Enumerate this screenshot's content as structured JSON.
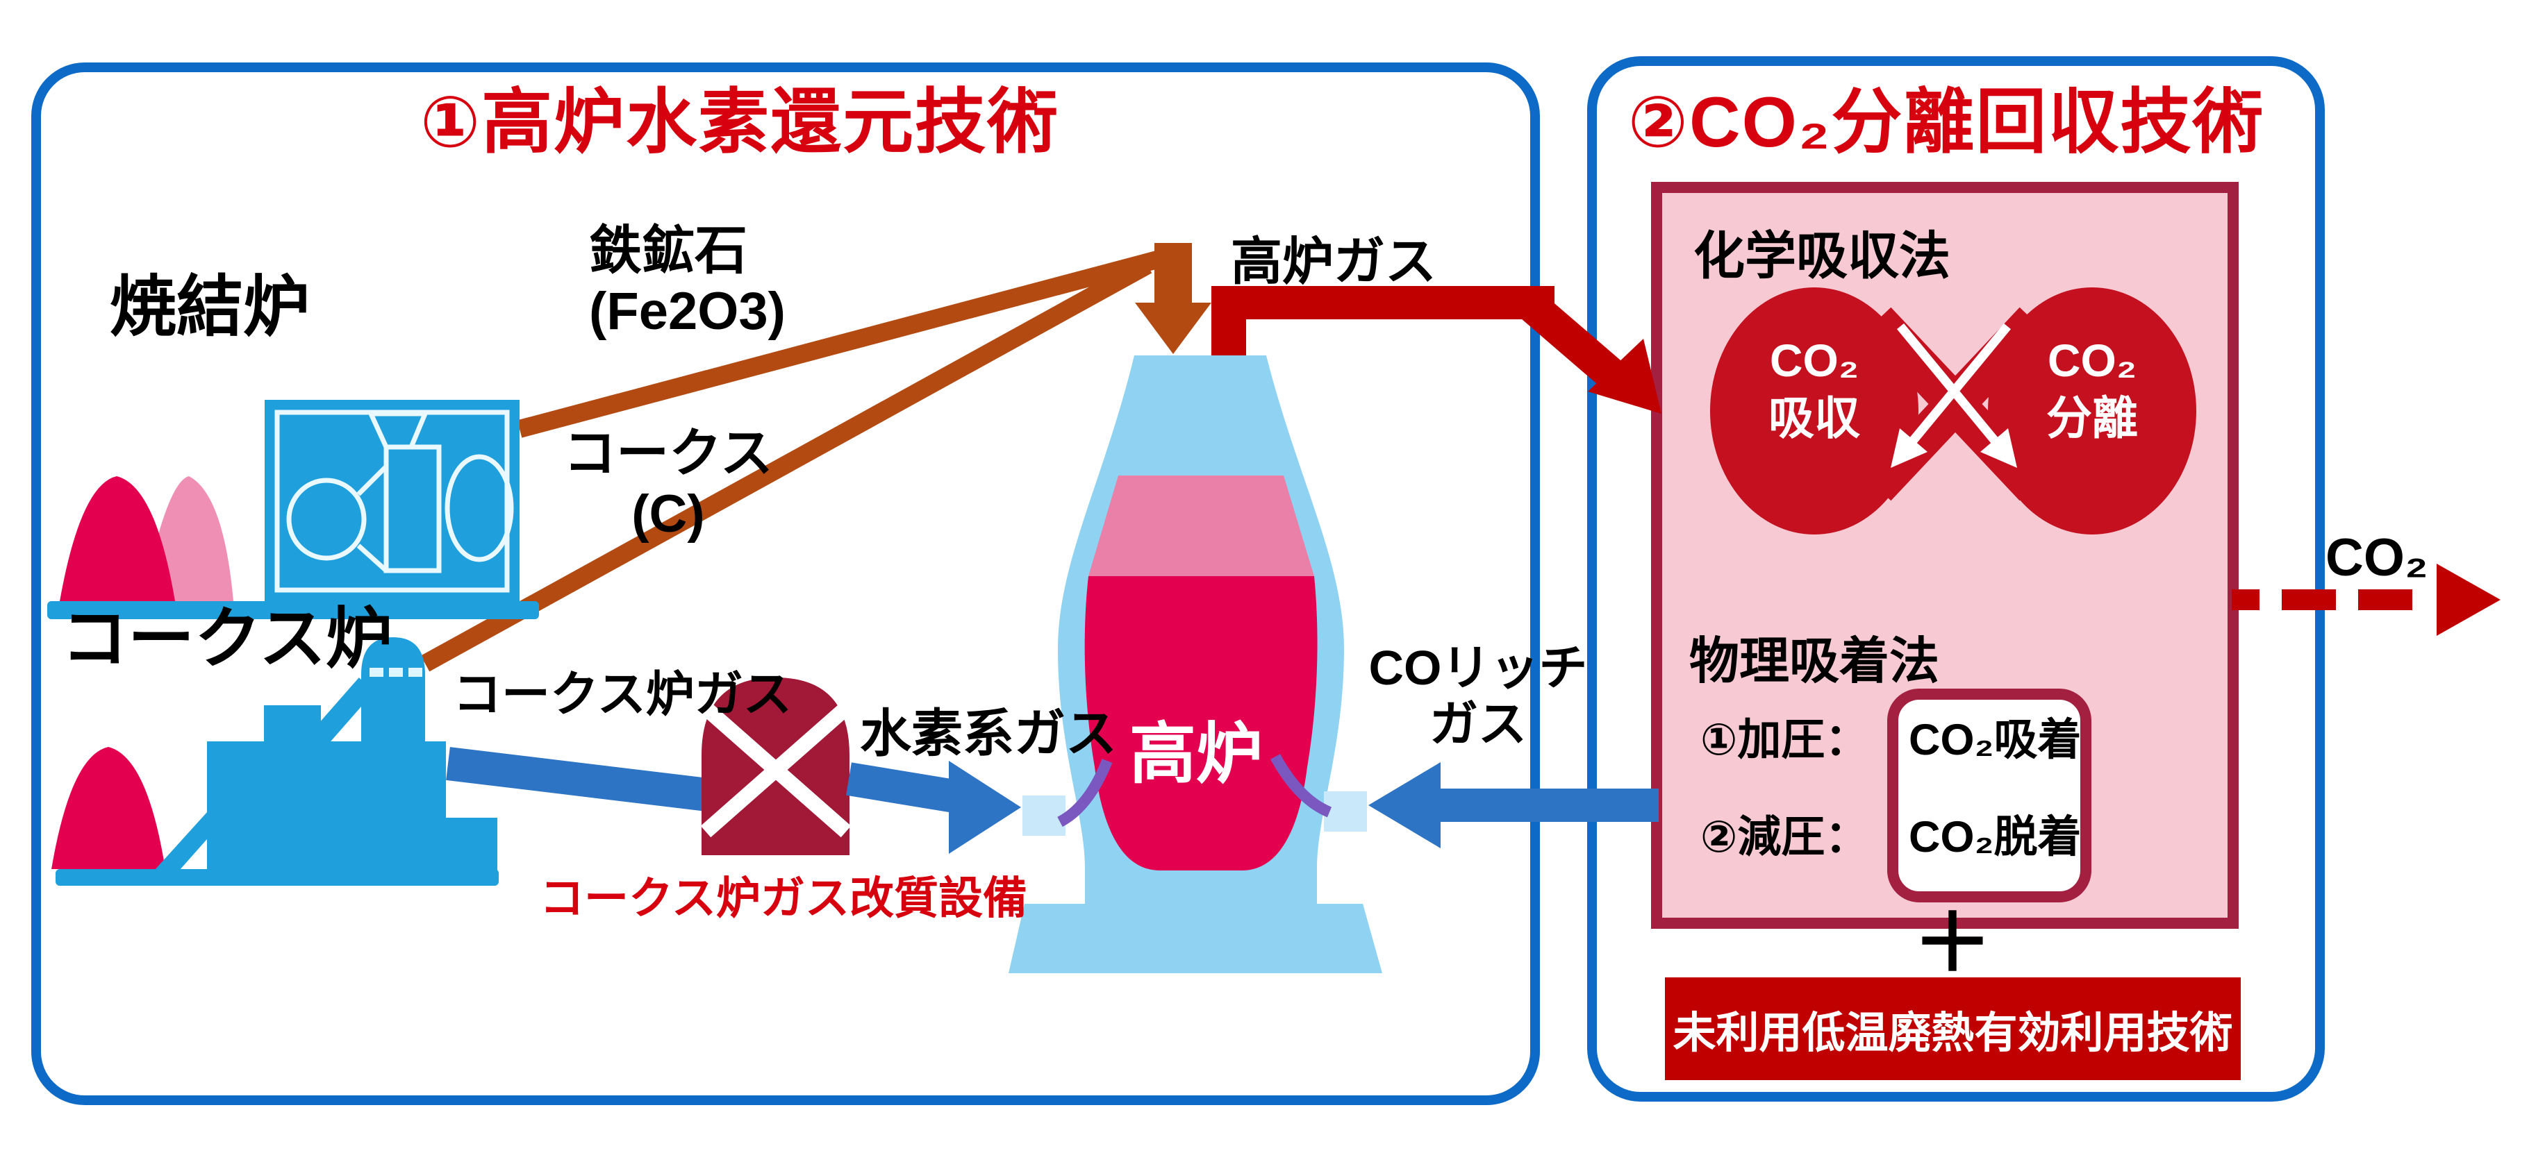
{
  "left_panel": {
    "title": "①高炉水素還元技術",
    "sinter_furnace": "焼結炉",
    "iron_ore_line1": "鉄鉱石",
    "iron_ore_line2": "(Fe2O3)",
    "coke_line1": "コークス",
    "coke_line2": "(C)",
    "bf_gas": "高炉ガス",
    "coke_oven": "コークス炉",
    "coke_oven_gas": "コークス炉ガス",
    "hydrogen_gas": "水素系ガス",
    "reformer": "コークス炉ガス改質設備",
    "blast_furnace": "高炉",
    "co_rich_line1": "COリッチ",
    "co_rich_line2": "ガス"
  },
  "right_panel": {
    "title": "②CO₂分離回収技術",
    "chemical": {
      "heading": "化学吸収法",
      "absorb_line1": "CO₂",
      "absorb_line2": "吸収",
      "separate_line1": "CO₂",
      "separate_line2": "分離"
    },
    "physical": {
      "heading": "物理吸着法",
      "row1_label": "①加圧：",
      "row1_value": "CO₂吸着",
      "row2_label": "②減圧：",
      "row2_value": "CO₂脱着"
    },
    "co2_out": "CO₂",
    "plus": "＋",
    "banner": "未利用低温廃熱有効利用技術"
  },
  "colors": {
    "title_red": "#D7000F",
    "arrow_red": "#C00000",
    "burden_brown": "#B24A12",
    "panel_border_blue": "#0D6BC7",
    "plant_blue": "#1FA0DC",
    "gas_flow_blue": "#2E74C4",
    "pink_box_fill": "#F6C9D3",
    "dark_red_border": "#A32040",
    "tank_red": "#C4101F",
    "furnace_shell_blue": "#8FD2F2",
    "furnace_charge_pink": "#EA7FA8",
    "furnace_charge_crimson": "#E3004E",
    "tuyere_purple": "#7A58C0",
    "reformer_crimson": "#A21937"
  }
}
